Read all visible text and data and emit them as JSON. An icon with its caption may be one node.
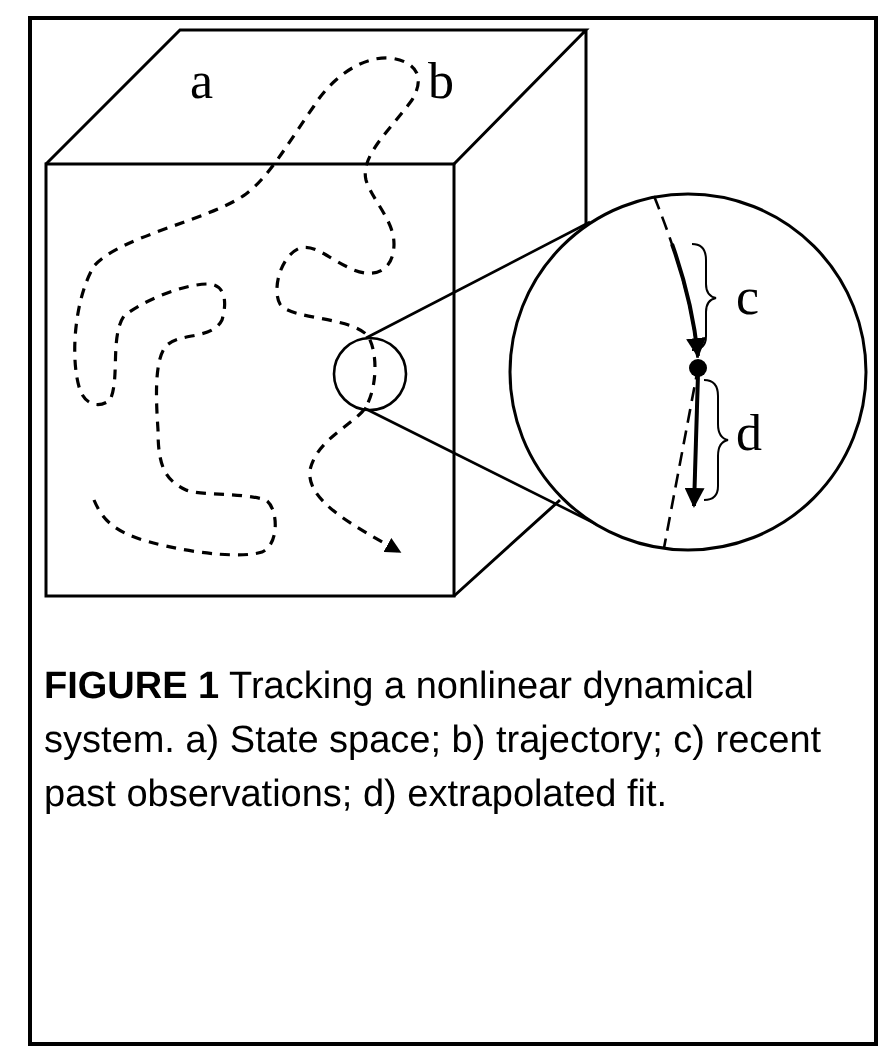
{
  "diagram": {
    "caption": "**FIGURE 1** Tracking a nonlinear dynamical system. a) State space; b) trajectory; c) recent past observations; d) extrapolated fit.",
    "labels": [
      "a",
      "b",
      "c",
      "d"
    ]
  }
}
